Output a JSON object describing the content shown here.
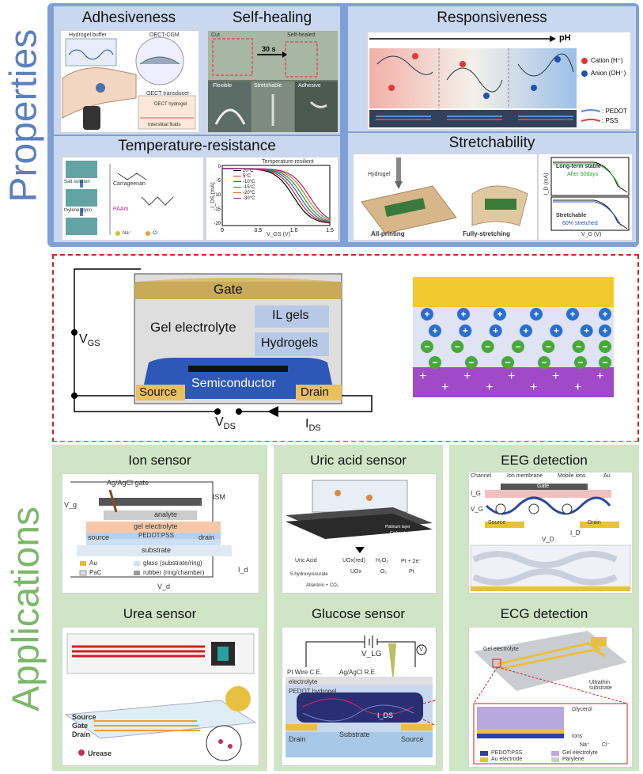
{
  "side_labels": {
    "properties": "Properties",
    "applications": "Applications"
  },
  "properties": {
    "adhesiveness": {
      "title": "Adhesiveness",
      "labels": [
        "Hydrogel buffer",
        "OECT-CGM",
        "OECT transducer",
        "OECT hydrogel",
        "Interstitial fluids"
      ]
    },
    "self_healing": {
      "title": "Self-healing",
      "cut": "Cut",
      "healed": "Self-healed",
      "time": "30 s",
      "captions": [
        "Flexible",
        "Stretchable",
        "Adhesive"
      ]
    },
    "temperature": {
      "title": "Temperature-resistance",
      "left_labels": [
        "Salt solution",
        "thylene glyco",
        "Carrageenan",
        "PAAm",
        "Na⁺",
        "Cl⁻"
      ],
      "plot_title": "Temperature-resilient",
      "ylabel": "I_DS (mA)",
      "xlabel": "V_GS (V)",
      "xticks": [
        "0",
        "0.5",
        "1.0",
        "1.5"
      ],
      "yticks": [
        "0",
        "-5",
        "-10",
        "-15",
        "-20"
      ],
      "legend": [
        "20°C",
        "5°C",
        "-10°C",
        "-15°C",
        "-20°C",
        "-30°C"
      ],
      "legend_colors": [
        "#000000",
        "#d82020",
        "#2060c8",
        "#20a020",
        "#e07020",
        "#a020a0"
      ]
    },
    "responsiveness": {
      "title": "Responsiveness",
      "axis": "pH",
      "legend_cation": "Cation (H⁺)",
      "legend_anion": "Anion (OH⁻)",
      "pedot": ": PEDOT",
      "pss": ": PSS"
    },
    "stretchability": {
      "title": "Stretchability",
      "labels": [
        "Hydrogel",
        "All-printing",
        "Fully-stretching",
        "Long-term stable",
        "After 50days",
        "Stretchable",
        "60% stretched",
        "V_G (V)",
        "I_D (mA)"
      ]
    }
  },
  "device": {
    "gate": "Gate",
    "electrolyte": "Gel electrolyte",
    "il_gels": "IL gels",
    "hydrogels": "Hydrogels",
    "semiconductor": "Semiconductor",
    "source": "Source",
    "drain": "Drain",
    "vgs": "V",
    "vgs_sub": "GS",
    "vds": "V",
    "vds_sub": "DS",
    "ids": "I",
    "ids_sub": "DS",
    "ion_rows": [
      {
        "sign": "+",
        "count": 6
      },
      {
        "sign": "+",
        "count": 7
      },
      {
        "sign": "−",
        "count": 7
      },
      {
        "sign": "−",
        "count": 6
      }
    ]
  },
  "applications": {
    "ion": {
      "title": "Ion sensor",
      "labels": [
        "Ag/AgCl gate",
        "ISM",
        "analyte",
        "gel electrolyte",
        "PEDOT:PSS",
        "source",
        "drain",
        "substrate",
        "Au",
        "glass (substrate/ring)",
        "PaC",
        "rubber (ring/chamber)",
        "V_g",
        "I_d",
        "V_d"
      ]
    },
    "uric": {
      "title": "Uric acid sensor",
      "labels": [
        "Uric Acid",
        "UOx(red)",
        "H₂O₂",
        "Pt + 2e⁻",
        "UOx",
        "O₂",
        "Pt",
        "5-hydroxyisourate",
        "Allantoin + CO₂",
        "Platinum layer",
        "Carbon layer"
      ]
    },
    "eeg": {
      "title": "EEG detection",
      "labels": [
        "Channel",
        "Ion membrane",
        "Mobile ions",
        "Au",
        "Gate",
        "Source",
        "Drain",
        "V_G",
        "I_G",
        "V_D",
        "I_D"
      ]
    },
    "urea": {
      "title": "Urea sensor",
      "labels": [
        "Source",
        "Gate",
        "Drain",
        "Urease"
      ]
    },
    "glucose": {
      "title": "Glucose sensor",
      "labels": [
        "V_LG",
        "V",
        "Pt Wire C.E.",
        "Ag/AgCl R.E.",
        "electrolyte",
        "PEDOT hydrogel",
        "I_DS",
        "Drain",
        "Substrate",
        "Source"
      ]
    },
    "ecg": {
      "title": "ECG detection",
      "labels": [
        "Gel electrolyte",
        "Ultrathin substrate",
        "Glycerol",
        "Ions",
        "Na⁺",
        "Cl⁻",
        "PEDOT:PSS",
        "Gel electrolyte",
        "Au electrode",
        "Parylene"
      ]
    }
  }
}
